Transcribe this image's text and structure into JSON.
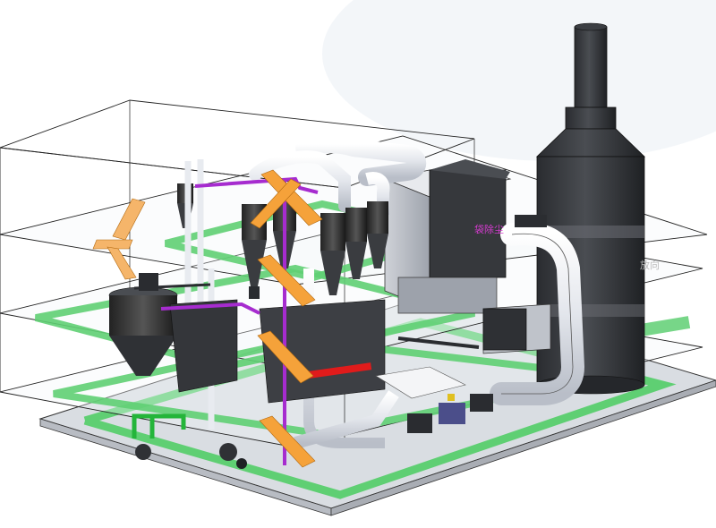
{
  "scene": {
    "labels": [
      {
        "id": "bag-filter-label",
        "text": "袋除尘"
      },
      {
        "id": "stack-label",
        "text": "放向"
      }
    ],
    "colors": {
      "background": "#ffffff",
      "floor_plate": "#d9dde2",
      "walkway_green": "#5fcf73",
      "stairs_orange": "#f5a23a",
      "duct_white": "#eef0f4",
      "equipment_dark": "#3a3c40",
      "stack_dark": "#2f3135",
      "pipe_purple": "#a62ccf",
      "pipe_green": "#24b53a",
      "pipe_red": "#e01b1b",
      "floor_lines": "#2a2a2a"
    }
  }
}
